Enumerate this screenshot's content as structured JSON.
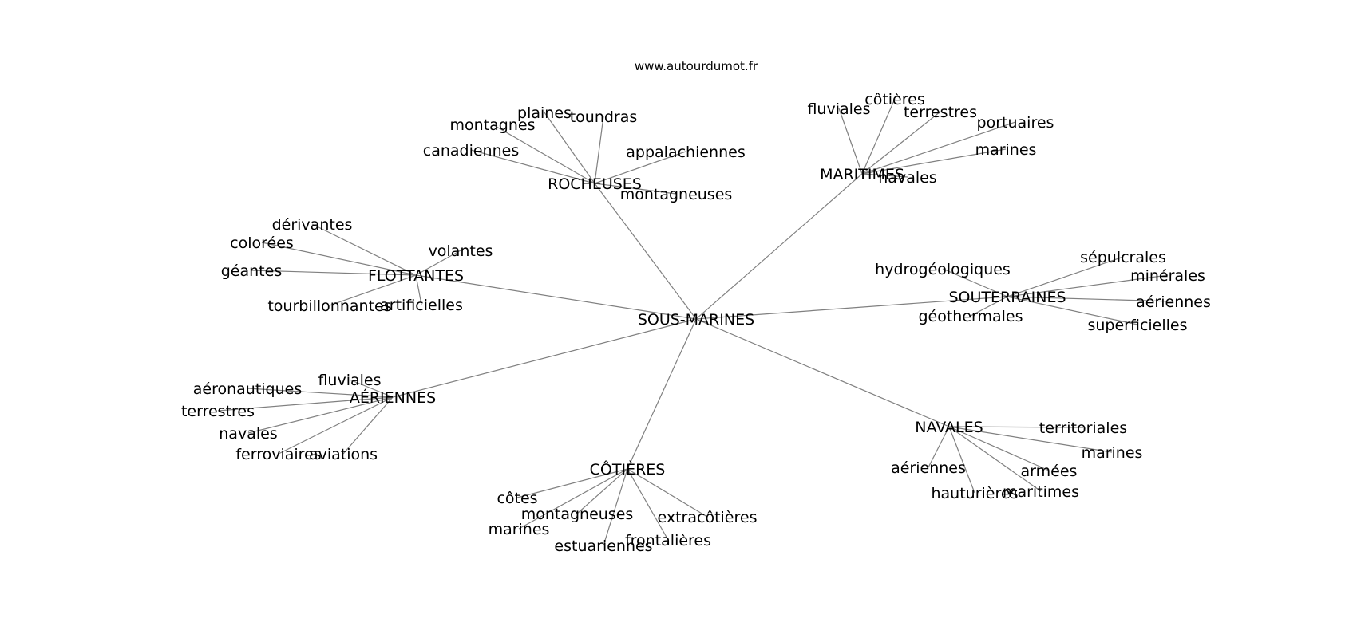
{
  "source": "www.autourdumot.fr",
  "center": "SOUS-MARINES",
  "clusters": [
    {
      "id": "rocheuses",
      "label": "ROCHEUSES",
      "leaves": [
        "plaines",
        "toundras",
        "montagnes",
        "canadiennes",
        "appalachiennes",
        "montagneuses"
      ]
    },
    {
      "id": "maritimes",
      "label": "MARITIMES",
      "leaves": [
        "côtières",
        "fluviales",
        "terrestres",
        "portuaires",
        "marines",
        "navales"
      ]
    },
    {
      "id": "flottantes",
      "label": "FLOTTANTES",
      "leaves": [
        "dérivantes",
        "colorées",
        "volantes",
        "géantes",
        "tourbillonnantes",
        "artificielles"
      ]
    },
    {
      "id": "souterraines",
      "label": "SOUTERRAINES",
      "leaves": [
        "sépulcrales",
        "hydrogéologiques",
        "minérales",
        "aériennes",
        "géothermales",
        "superficielles"
      ]
    },
    {
      "id": "aeriennes",
      "label": "AÉRIENNES",
      "leaves": [
        "fluviales",
        "aéronautiques",
        "terrestres",
        "navales",
        "ferroviaires",
        "aviations"
      ]
    },
    {
      "id": "navales",
      "label": "NAVALES",
      "leaves": [
        "territoriales",
        "marines",
        "aériennes",
        "armées",
        "maritimes",
        "hauturières"
      ]
    },
    {
      "id": "cotieres",
      "label": "CÔTIÈRES",
      "leaves": [
        "côtes",
        "montagneuses",
        "marines",
        "extracôtières",
        "frontalières",
        "estuariennes"
      ]
    }
  ]
}
